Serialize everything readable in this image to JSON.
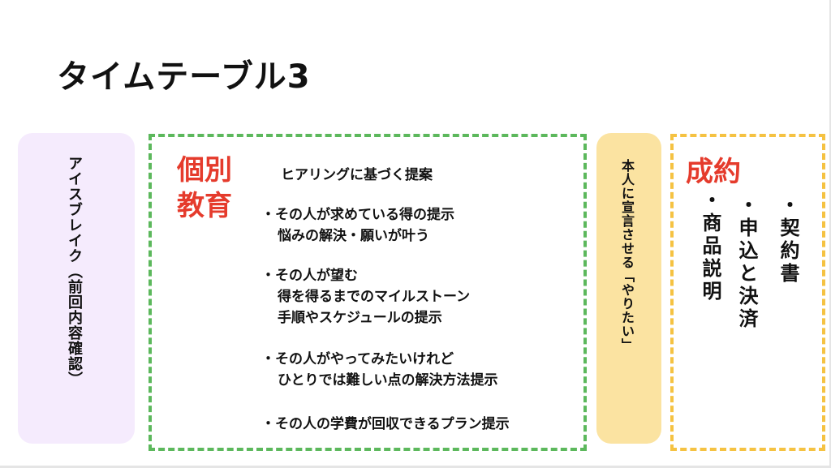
{
  "title": "タイムテーブル3",
  "icebreak": {
    "text": "アイスブレイク（前回内容確認）"
  },
  "education": {
    "heading_line1": "個別",
    "heading_line2": "教育",
    "subtitle": "ヒアリングに基づく提案",
    "bullets": [
      {
        "marker": "・",
        "lines": [
          "その人が求めている得の提示",
          "悩みの解決・願いが叶う"
        ]
      },
      {
        "marker": "・",
        "lines": [
          "その人が望む",
          "得を得るまでのマイルストーン",
          "手順やスケジュールの提示"
        ]
      },
      {
        "marker": "・",
        "lines": [
          "その人がやってみたいけれど",
          "ひとりでは難しい点の解決方法提示"
        ]
      },
      {
        "marker": "・",
        "lines": [
          "その人の学費が回収できるプラン提示"
        ]
      }
    ]
  },
  "declaration": {
    "text": "本人に宣言させる「やりたい」"
  },
  "contract": {
    "heading": "成約",
    "items": [
      {
        "marker": "・",
        "text": "契約書"
      },
      {
        "marker": "・",
        "text": "申込と決済"
      },
      {
        "marker": "・",
        "text": "商品説明"
      }
    ]
  },
  "colors": {
    "accent_red": "#e53b2c",
    "green_border": "#5cb85c",
    "yellow_border": "#f5c242",
    "lavender_box": "#f5ebfd",
    "yellow_box": "#fbe3a1"
  }
}
